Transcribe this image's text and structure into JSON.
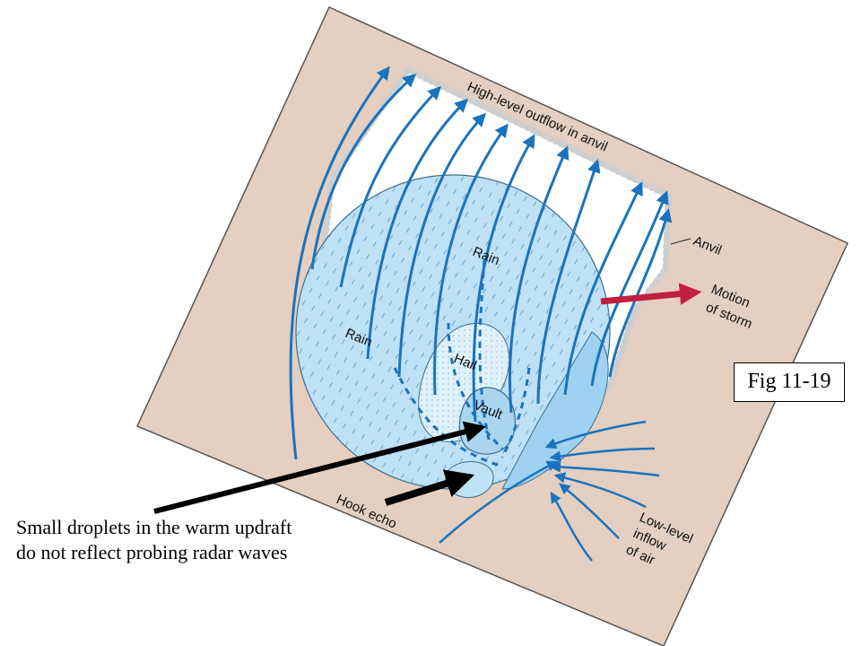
{
  "figure": {
    "caption": "Fig 11-19",
    "explanation": "Small droplets in the warm updraft do not reflect probing radar waves"
  },
  "diagram_labels": {
    "outflow": "High-level outflow in anvil",
    "anvil": "Anvil",
    "motion_line1": "Motion",
    "motion_line2": "of storm",
    "rain_upper": "Rain",
    "rain_left": "Rain",
    "hail": "Hail",
    "vault": "Vault",
    "hook_echo": "Hook echo",
    "inflow_line1": "Low-level",
    "inflow_line2": "inflow",
    "inflow_line3": "of air"
  },
  "colors": {
    "ground": "#e4cfc0",
    "echo_fill": "#bfe1f5",
    "hail_fill": "#dff1fb",
    "vault_fill": "#a9d5ef",
    "flow_arrow": "#1a73be",
    "motion_arrow": "#c01f3e",
    "pointer_arrow": "#000000"
  }
}
